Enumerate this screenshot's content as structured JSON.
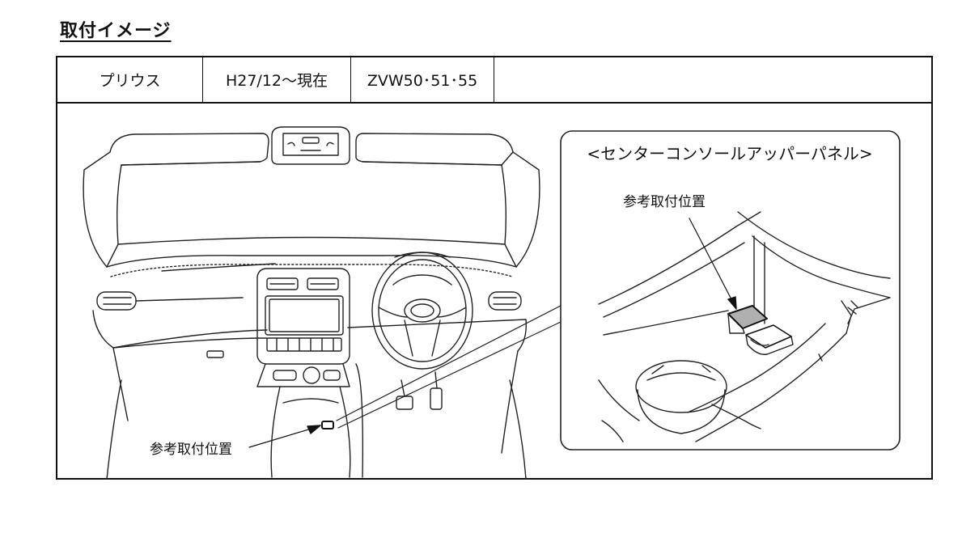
{
  "page": {
    "title": "取付イメージ"
  },
  "table": {
    "model": "プリウス",
    "period": "H27/12～現在",
    "code": "ZVW50･51･55",
    "note": ""
  },
  "figure": {
    "main_callout": "参考取付位置",
    "inset_title": "<センターコンソールアッパーパネル>",
    "inset_callout": "参考取付位置"
  },
  "colors": {
    "line": "#222222",
    "highlight_fill": "#b0b0b0"
  }
}
